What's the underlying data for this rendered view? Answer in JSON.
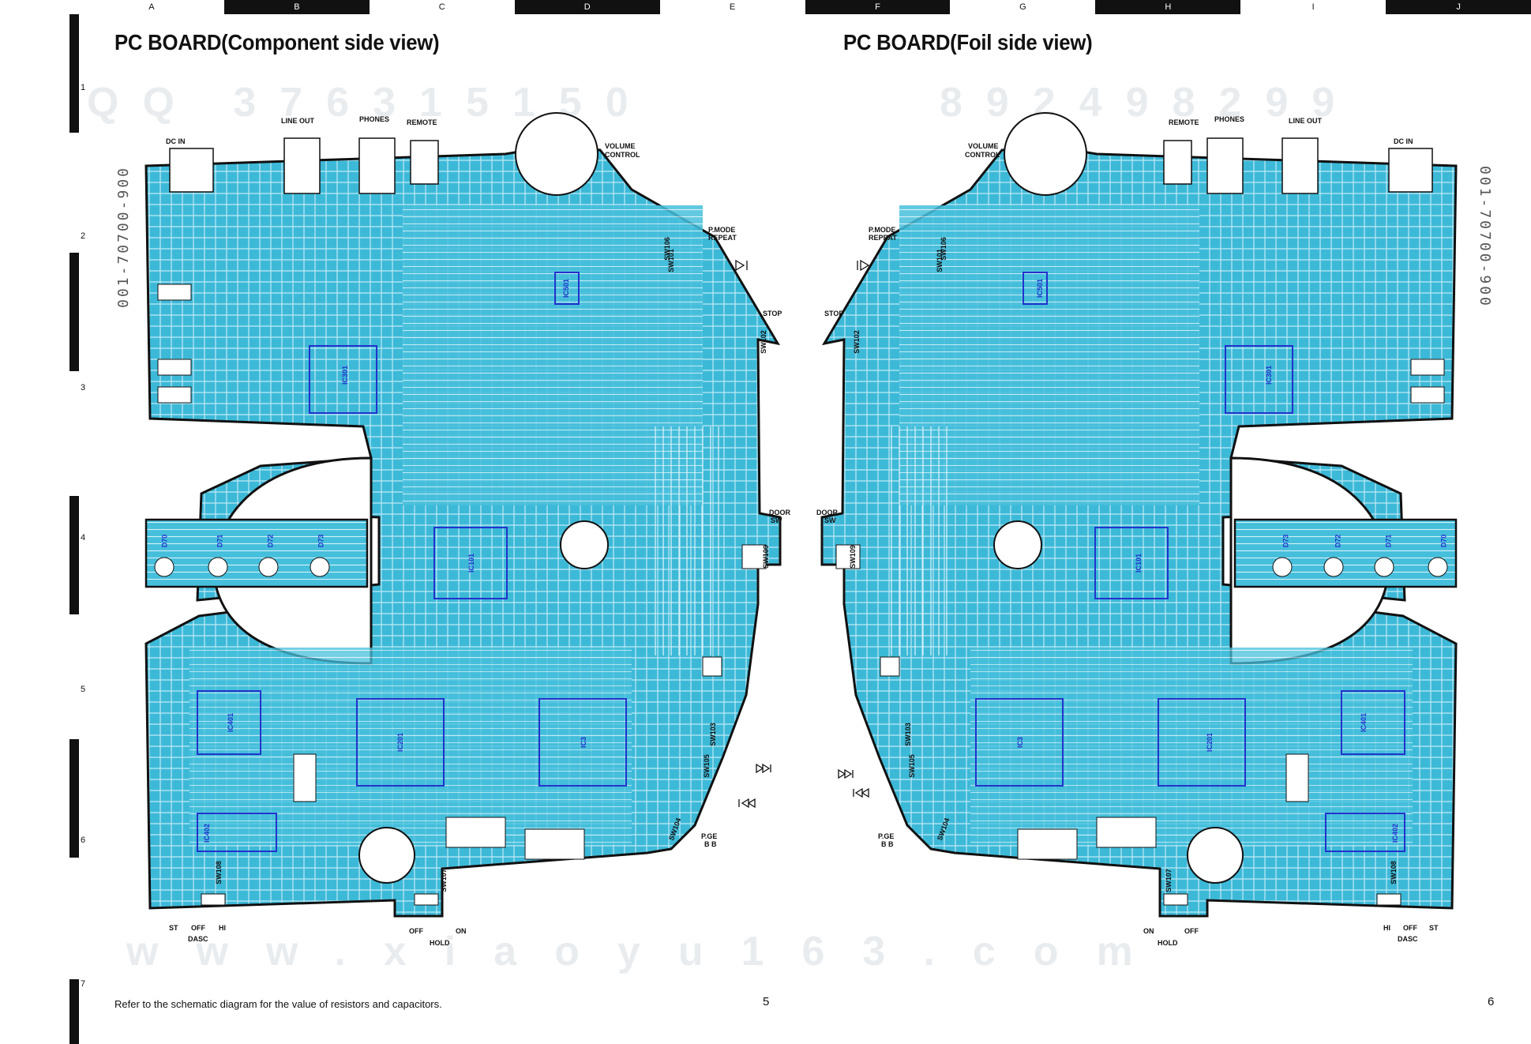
{
  "grid": {
    "columns": [
      "A",
      "B",
      "C",
      "D",
      "E",
      "F",
      "G",
      "H",
      "I",
      "J"
    ],
    "rows": [
      "1",
      "2",
      "3",
      "4",
      "5",
      "6",
      "7"
    ]
  },
  "titles": {
    "left": "PC BOARD(Component side view)",
    "right": "PC BOARD(Foil side view)"
  },
  "watermarks": {
    "top_left": "QQ 376315150",
    "top_right": "892498299",
    "bottom": "www.xiaoyu163.com",
    "side_code": "001-70700-900"
  },
  "page_numbers": {
    "left": "5",
    "right": "6"
  },
  "footnote": "Refer to the schematic diagram for the value of resistors and capacitors.",
  "labels_left": {
    "dc_in": "DC IN",
    "line_out": "LINE OUT",
    "phones": "PHONES",
    "remote": "REMOTE",
    "volume": "VOLUME",
    "control": "CONTROL",
    "pmode": "P.MODE",
    "repeat": "REPEAT",
    "stop": "STOP",
    "door": "DOOR",
    "sw": "SW",
    "pge": "P.GE",
    "bb": "B B",
    "st": "ST",
    "off": "OFF",
    "hi": "HI",
    "dasc": "DASC",
    "hold_off": "OFF",
    "hold_on": "ON",
    "hold": "HOLD"
  },
  "labels_right": {
    "dc_in": "DC IN",
    "line_out": "LINE OUT",
    "phones": "PHONES",
    "remote": "REMOTE",
    "volume": "VOLUME",
    "control": "CONTROL",
    "pmode": "P.MODE",
    "repeat": "REPEAT",
    "stop": "STOP",
    "door": "DOOR",
    "sw": "SW",
    "pge": "P.GE",
    "bb": "B B",
    "hi": "HI",
    "off": "OFF",
    "st": "ST",
    "dasc": "DASC",
    "hold_on": "ON",
    "hold_off": "OFF",
    "hold": "HOLD"
  },
  "ic_labels": {
    "ic301": "IC301",
    "ic101": "IC101",
    "ic201": "IC201",
    "ic3": "IC3",
    "ic401": "IC401",
    "ic402": "IC402",
    "ic501": "IC501"
  },
  "leds": [
    "D70",
    "D71",
    "D72",
    "D73"
  ],
  "switches": [
    "SW101",
    "SW102",
    "SW103",
    "SW104",
    "SW105",
    "SW106",
    "SW107",
    "SW108",
    "SW109"
  ],
  "colors": {
    "board": "#3db9d8",
    "board_light": "#8fdcef",
    "trace": "#e6f6fb",
    "ic_outline": "#2233cc",
    "outline": "#111111"
  }
}
